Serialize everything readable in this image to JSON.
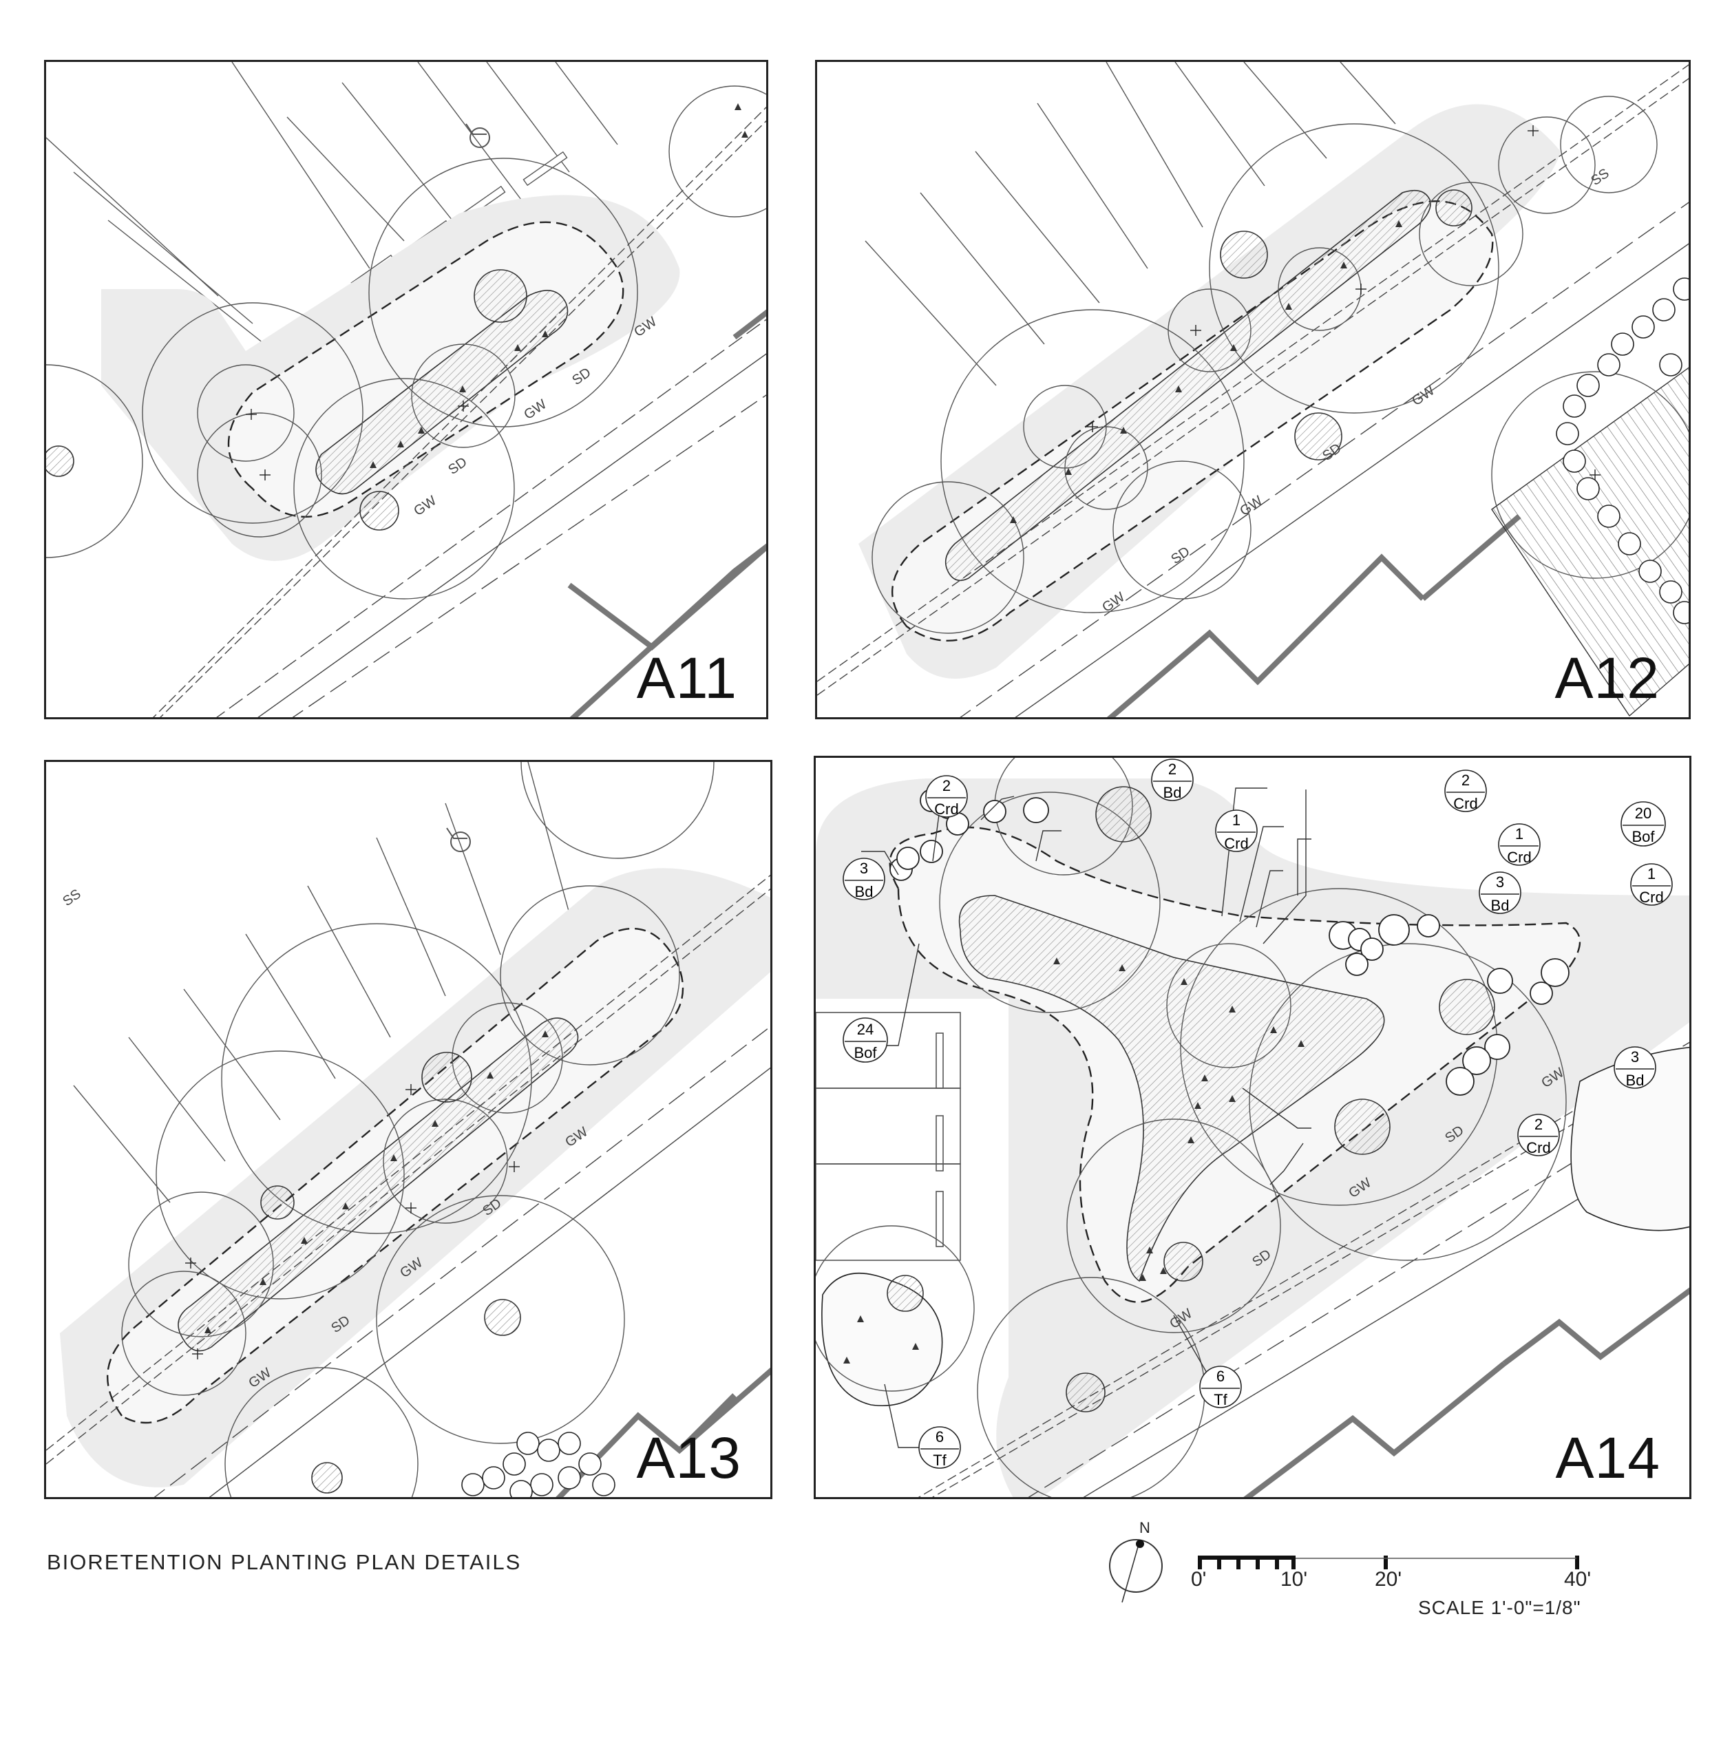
{
  "title": "BIORETENTION PLANTING PLAN DETAILS",
  "panels": [
    {
      "label": "A11"
    },
    {
      "label": "A12"
    },
    {
      "label": "A13"
    },
    {
      "label": "A14"
    }
  ],
  "utility_labels": {
    "gw": "GW",
    "sd": "SD",
    "ss": "SS"
  },
  "plant_tags": [
    {
      "qty": "2",
      "code": "Crd"
    },
    {
      "qty": "2",
      "code": "Bd"
    },
    {
      "qty": "1",
      "code": "Crd"
    },
    {
      "qty": "3",
      "code": "Bd"
    },
    {
      "qty": "2",
      "code": "Crd"
    },
    {
      "qty": "1",
      "code": "Crd"
    },
    {
      "qty": "3",
      "code": "Bd"
    },
    {
      "qty": "20",
      "code": "Bof"
    },
    {
      "qty": "1",
      "code": "Crd"
    },
    {
      "qty": "24",
      "code": "Bof"
    },
    {
      "qty": "3",
      "code": "Bd"
    },
    {
      "qty": "2",
      "code": "Crd"
    },
    {
      "qty": "6",
      "code": "Tf"
    },
    {
      "qty": "6",
      "code": "Tf"
    }
  ],
  "north_arrow": {
    "label": "N"
  },
  "scale": {
    "ticks": [
      "0'",
      "10'",
      "20'",
      "40'"
    ],
    "note": "SCALE 1'-0\"=1/8\""
  },
  "icons": [
    "accessible-parking-icon",
    "north-arrow-icon",
    "tree-symbol-icon",
    "grass-clump-icon"
  ]
}
